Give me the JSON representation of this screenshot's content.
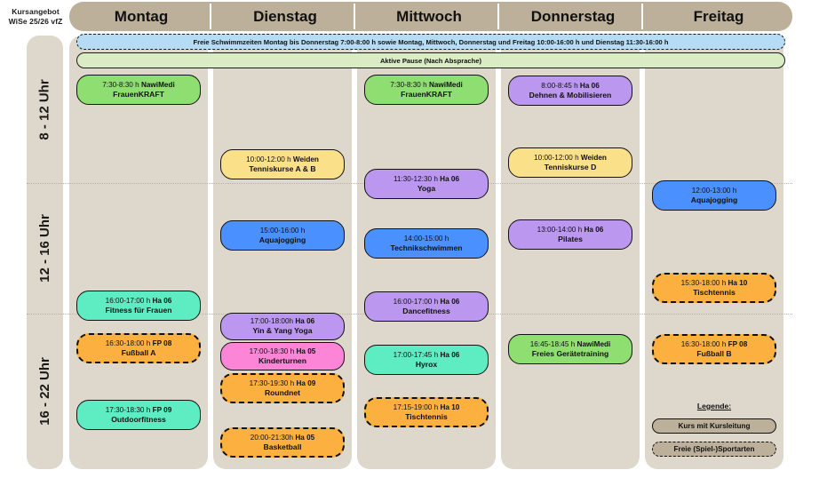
{
  "title": {
    "line1": "Kursangebot",
    "line2": "WiSe 25/26 vfZ"
  },
  "header": {
    "days": [
      {
        "label": "Montag"
      },
      {
        "label": "Dienstag"
      },
      {
        "label": "Mittwoch"
      },
      {
        "label": "Donnerstag"
      },
      {
        "label": "Freitag"
      }
    ]
  },
  "time_rows": [
    {
      "label": "8 - 12 Uhr"
    },
    {
      "label": "12 - 16 Uhr"
    },
    {
      "label": "16 - 22 Uhr"
    }
  ],
  "banners": [
    {
      "name": "free-swim-banner",
      "text": "Freie Schwimmzeiten Montag bis Donnerstag 7:00-8:00 h sowie Montag, Mittwoch, Donnerstag und Freitag 10:00-16:00 h und Dienstag 11:30-16:00 h",
      "color": "#b6dcf5",
      "style": "dashed"
    },
    {
      "name": "active-pause-banner",
      "text": "Aktive Pause (Nach Absprache)",
      "color": "#d9ecc4",
      "style": "solid"
    }
  ],
  "legend": {
    "title": "Legende:",
    "items": [
      {
        "label": "Kurs mit Kursleitung",
        "style": "solid"
      },
      {
        "label": "Freie (Spiel-)Sportarten",
        "style": "dashed"
      }
    ]
  },
  "colors": {
    "background": "#ffffff",
    "column": "#ddd7cc",
    "header": "#bcb09a",
    "green_nawimedi": "#8ede71",
    "mint": "#5eecc2",
    "yellow": "#fbe08a",
    "blue": "#4a90ff",
    "purple": "#bb97f0",
    "pink": "#fd85d8",
    "orange": "#fbb040",
    "swim_blue": "#b6dcf5",
    "pause_green": "#d9ecc4"
  },
  "columns": [
    {
      "day": "Montag",
      "courses": [
        {
          "time": "7:30-8:30 h",
          "room": "NawiMedi",
          "name": "FrauenKRAFT",
          "color": "#8ede71",
          "style": "solid",
          "row": 1
        },
        {
          "time": "16:00-17:00 h",
          "room": "Ha 06",
          "name": "Fitness für Frauen",
          "color": "#5eecc2",
          "style": "solid",
          "row": 2
        },
        {
          "time": "16:30-18:00 h",
          "room": "FP 08",
          "name": "Fußball A",
          "color": "#fbb040",
          "style": "dashed",
          "row": 3
        },
        {
          "time": "17:30-18:30 h",
          "room": "FP 09",
          "name": "Outdoorfitness",
          "color": "#5eecc2",
          "style": "solid",
          "row": 3
        }
      ]
    },
    {
      "day": "Dienstag",
      "courses": [
        {
          "time": "10:00-12:00 h",
          "room": "Weiden",
          "name": "Tenniskurse A & B",
          "color": "#fbe08a",
          "style": "solid",
          "row": 1
        },
        {
          "time": "15:00-16:00 h",
          "room": "",
          "name": "Aquajogging",
          "color": "#4a90ff",
          "style": "solid",
          "row": 2
        },
        {
          "time": "17:00-18:00h",
          "room": "Ha 06",
          "name": "Yin & Yang Yoga",
          "color": "#bb97f0",
          "style": "solid",
          "row": 3
        },
        {
          "time": "17:00-18:30 h",
          "room": "Ha 05",
          "name": "Kinderturnen",
          "color": "#fd85d8",
          "style": "solid",
          "row": 3
        },
        {
          "time": "17:30-19:30 h",
          "room": "Ha 09",
          "name": "Roundnet",
          "color": "#fbb040",
          "style": "dashed",
          "row": 3
        },
        {
          "time": "20:00-21:30h",
          "room": "Ha 05",
          "name": "Basketball",
          "color": "#fbb040",
          "style": "dashed",
          "row": 3
        }
      ]
    },
    {
      "day": "Mittwoch",
      "courses": [
        {
          "time": "7:30-8:30 h",
          "room": "NawiMedi",
          "name": "FrauenKRAFT",
          "color": "#8ede71",
          "style": "solid",
          "row": 1
        },
        {
          "time": "11:30-12:30 h",
          "room": "Ha 06",
          "name": "Yoga",
          "color": "#bb97f0",
          "style": "solid",
          "row": 1
        },
        {
          "time": "14:00-15:00 h",
          "room": "",
          "name": "Technikschwimmen",
          "color": "#4a90ff",
          "style": "solid",
          "row": 2
        },
        {
          "time": "16:00-17:00 h",
          "room": "Ha 06",
          "name": "Dancefitness",
          "color": "#bb97f0",
          "style": "solid",
          "row": 2
        },
        {
          "time": "17:00-17:45 h",
          "room": "Ha 06",
          "name": "Hyrox",
          "color": "#5eecc2",
          "style": "solid",
          "row": 3
        },
        {
          "time": "17:15-19:00 h",
          "room": "Ha 10",
          "name": "Tischtennis",
          "color": "#fbb040",
          "style": "dashed",
          "row": 3
        }
      ]
    },
    {
      "day": "Donnerstag",
      "courses": [
        {
          "time": "8:00-8:45 h",
          "room": "Ha 06",
          "name": "Dehnen & Mobilisieren",
          "color": "#bb97f0",
          "style": "solid",
          "row": 1
        },
        {
          "time": "10:00-12:00 h",
          "room": "Weiden",
          "name": "Tenniskurse D",
          "color": "#fbe08a",
          "style": "solid",
          "row": 1
        },
        {
          "time": "13:00-14:00 h",
          "room": "Ha 06",
          "name": "Pilates",
          "color": "#bb97f0",
          "style": "solid",
          "row": 2
        },
        {
          "time": "16:45-18:45 h",
          "room": "NawiMedi",
          "name": "Freies Gerätetraining",
          "color": "#8ede71",
          "style": "solid",
          "row": 3
        }
      ]
    },
    {
      "day": "Freitag",
      "courses": [
        {
          "time": "12:00-13:00 h",
          "room": "",
          "name": "Aquajogging",
          "color": "#4a90ff",
          "style": "solid",
          "row": 2
        },
        {
          "time": "15:30-18:00 h",
          "room": "Ha 10",
          "name": "Tischtennis",
          "color": "#fbb040",
          "style": "dashed",
          "row": 2
        },
        {
          "time": "16:30-18:00 h",
          "room": "FP 08",
          "name": "Fußball B",
          "color": "#fbb040",
          "style": "dashed",
          "row": 3
        }
      ]
    }
  ]
}
